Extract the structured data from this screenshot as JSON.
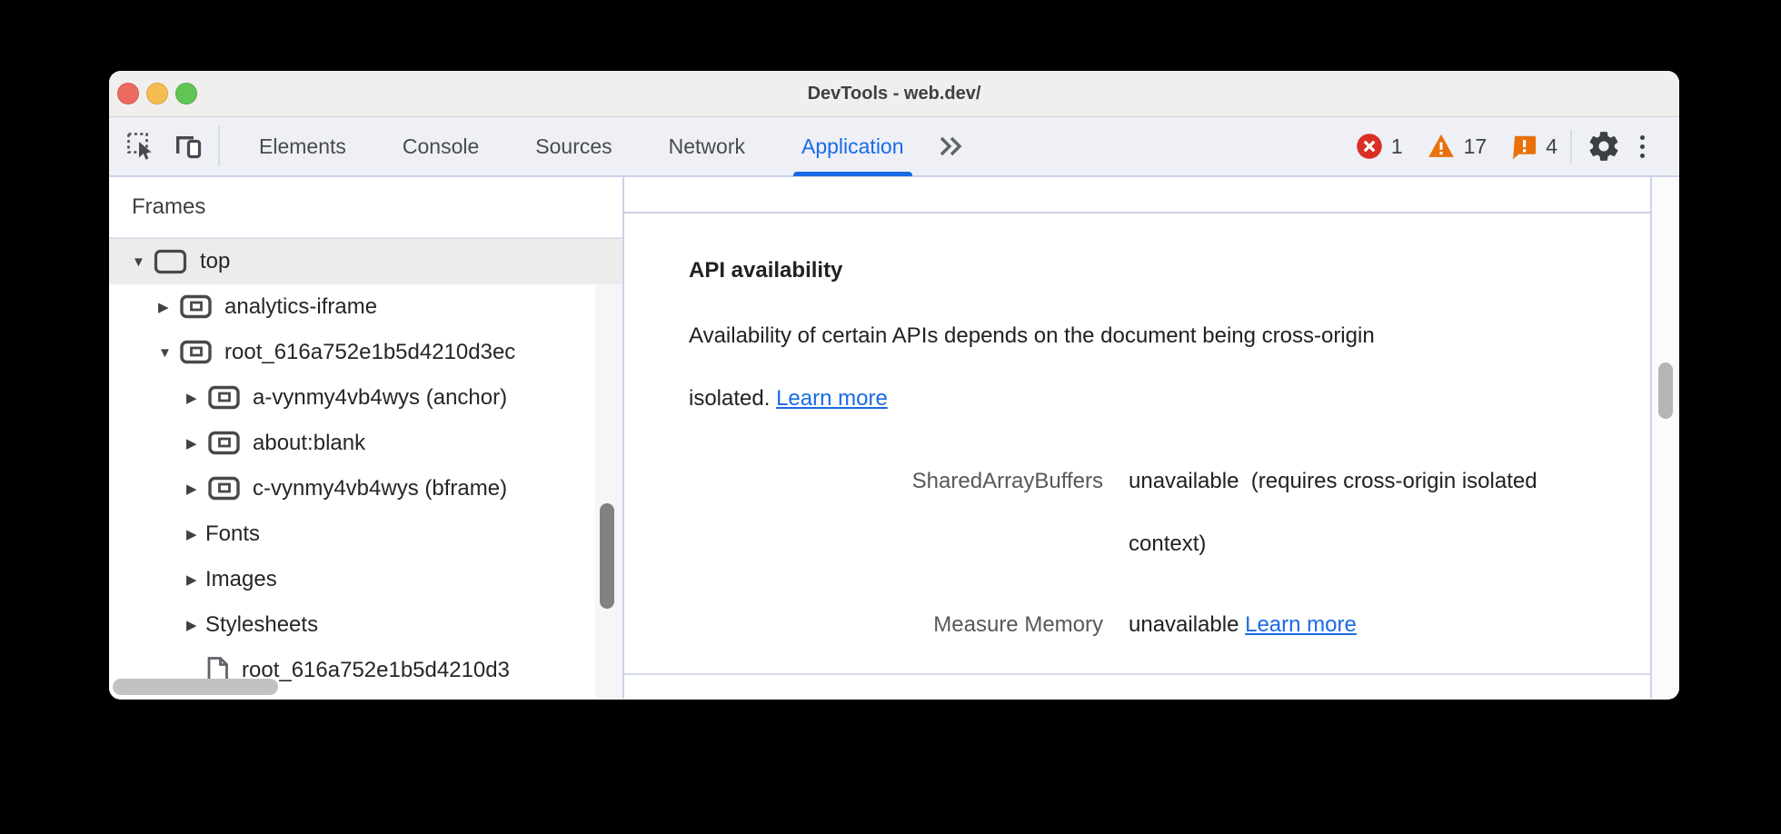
{
  "window": {
    "title": "DevTools - web.dev/"
  },
  "titlebar_buttons": {
    "close": "red",
    "minimize": "yellow",
    "zoom": "green"
  },
  "toolbar": {
    "tabs": [
      "Elements",
      "Console",
      "Sources",
      "Network",
      "Application"
    ],
    "active_tab": "Application",
    "icons": [
      "inspect-icon",
      "device-toolbar-icon",
      "chevron-double-right-icon",
      "gear-icon",
      "kebab-menu-icon"
    ],
    "badges": [
      {
        "icon": "error-icon",
        "count": "1"
      },
      {
        "icon": "warning-icon",
        "count": "17"
      },
      {
        "icon": "issues-icon",
        "count": "4"
      }
    ]
  },
  "sidebar": {
    "header": "Frames",
    "tree": [
      {
        "label": "top",
        "level": 1,
        "state": "expanded",
        "icon": "frame",
        "selected": true
      },
      {
        "label": "analytics-iframe",
        "level": 2,
        "state": "collapsed",
        "icon": "iframe",
        "selected": false
      },
      {
        "label": "root_616a752e1b5d4210d3ec",
        "level": 2,
        "state": "expanded",
        "icon": "iframe",
        "selected": false
      },
      {
        "label": "a-vynmy4vb4wys (anchor)",
        "level": 3,
        "state": "collapsed",
        "icon": "iframe",
        "selected": false
      },
      {
        "label": "about:blank",
        "level": 3,
        "state": "collapsed",
        "icon": "iframe",
        "selected": false
      },
      {
        "label": "c-vynmy4vb4wys (bframe)",
        "level": 3,
        "state": "collapsed",
        "icon": "iframe",
        "selected": false
      },
      {
        "label": "Fonts",
        "level": 3,
        "state": "collapsed",
        "icon": null,
        "selected": false
      },
      {
        "label": "Images",
        "level": 3,
        "state": "collapsed",
        "icon": null,
        "selected": false
      },
      {
        "label": "Stylesheets",
        "level": 3,
        "state": "collapsed",
        "icon": null,
        "selected": false
      },
      {
        "label": "root_616a752e1b5d4210d3",
        "level": 4,
        "state": "none",
        "icon": "document",
        "selected": false
      }
    ]
  },
  "main": {
    "heading": "API availability",
    "paragraph_line1": "Availability of certain APIs depends on the document being cross-origin",
    "paragraph_line2": "isolated.",
    "paragraph_link": "Learn more",
    "rows": [
      {
        "key": "SharedArrayBuffers",
        "value": "unavailable  (requires cross-origin isolated context)",
        "link": null
      },
      {
        "key": "Measure Memory",
        "value": "unavailable ",
        "link": "Learn more"
      }
    ]
  },
  "colors": {
    "accent_blue": "#196be8",
    "link_blue": "#1a6ae5",
    "error_red": "#d93025",
    "warning_orange": "#e8710a",
    "issue_orange": "#e8710a",
    "traffic_red": "#ed6a5e",
    "traffic_yellow": "#f5bd4f",
    "traffic_green": "#61c554"
  }
}
